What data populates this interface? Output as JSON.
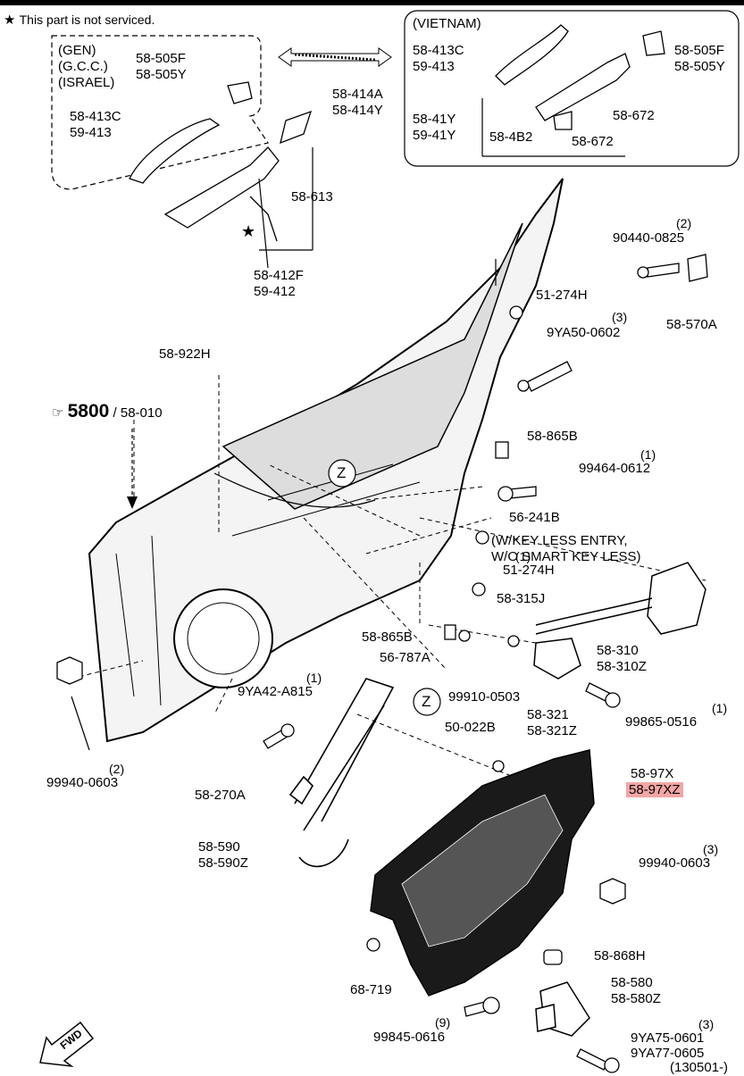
{
  "notice": {
    "star": "★",
    "text": "This part is not serviced."
  },
  "gen_group": {
    "line1": "(GEN)",
    "line2": "(G.C.C.)",
    "line3": "(ISRAEL)"
  },
  "vietnam_group": {
    "title": "(VIETNAM)"
  },
  "fwd_label": "FWD",
  "catalog_ref": "(130501-)",
  "main_ref": {
    "icon": "☞",
    "big": "5800",
    "rest": "/ 58-010"
  },
  "labels": {
    "l_58_505F_a": "58-505F",
    "l_58_505Y_a": "58-505Y",
    "l_58_413C_a": "58-413C",
    "l_59_413_a": "59-413",
    "l_58_414A": "58-414A",
    "l_58_414Y": "58-414Y",
    "l_58_613": "58-613",
    "l_58_412F": "58-412F",
    "l_59_412": "59-412",
    "l_58_413C_v": "58-413C",
    "l_59_413_v": "59-413",
    "l_58_505F_v": "58-505F",
    "l_58_505Y_v": "58-505Y",
    "l_58_41Y": "58-41Y",
    "l_59_41Y": "59-41Y",
    "l_58_4B2": "58-4B2",
    "l_58_672_a": "58-672",
    "l_58_672_b": "58-672",
    "l_qty2_a": "(2)",
    "l_90440_0825": "90440-0825",
    "l_58_570A": "58-570A",
    "l_51_274H_a": "51-274H",
    "l_qty3_a": "(3)",
    "l_9YA50_0602": "9YA50-0602",
    "l_58_922H": "58-922H",
    "l_58_865B_a": "58-865B",
    "l_qty1_a": "(1)",
    "l_99464_0612": "99464-0612",
    "l_56_241B": "56-241B",
    "l_wkey1": "(W/KEY LESS ENTRY,",
    "l_wkey2": "W/O SMART KEY LESS)",
    "l_qty1_b": "(1)",
    "l_51_274H_b": "51-274H",
    "l_58_315J": "58-315J",
    "l_58_310": "58-310",
    "l_58_310Z": "58-310Z",
    "l_58_865B_b": "58-865B",
    "l_56_787A": "56-787A",
    "l_99910_0503": "99910-0503",
    "l_58_321": "58-321",
    "l_58_321Z": "58-321Z",
    "l_qty1_c": "(1)",
    "l_99865_0516": "99865-0516",
    "l_qty1_d": "(1)",
    "l_9YA42_A815": "9YA42-A815",
    "l_qty2_b": "(2)",
    "l_99940_0603_a": "99940-0603",
    "l_58_270A": "58-270A",
    "l_50_022B": "50-022B",
    "l_58_97X": "58-97X",
    "l_58_97XZ": "58-97XZ",
    "l_58_590": "58-590",
    "l_58_590Z": "58-590Z",
    "l_qty3_b": "(3)",
    "l_99940_0603_b": "99940-0603",
    "l_58_868H": "58-868H",
    "l_68_719": "68-719",
    "l_58_580": "58-580",
    "l_58_580Z": "58-580Z",
    "l_qty9": "(9)",
    "l_99845_0616": "99845-0616",
    "l_qty3_c": "(3)",
    "l_9YA75_0601": "9YA75-0601",
    "l_9YA77_0605": "9YA77-0605",
    "z_marker": "Z"
  },
  "colors": {
    "highlight": "#f4a6a6",
    "line": "#000000",
    "fill_light": "#e8e8e8",
    "fill_dark": "#1a1a1a"
  }
}
